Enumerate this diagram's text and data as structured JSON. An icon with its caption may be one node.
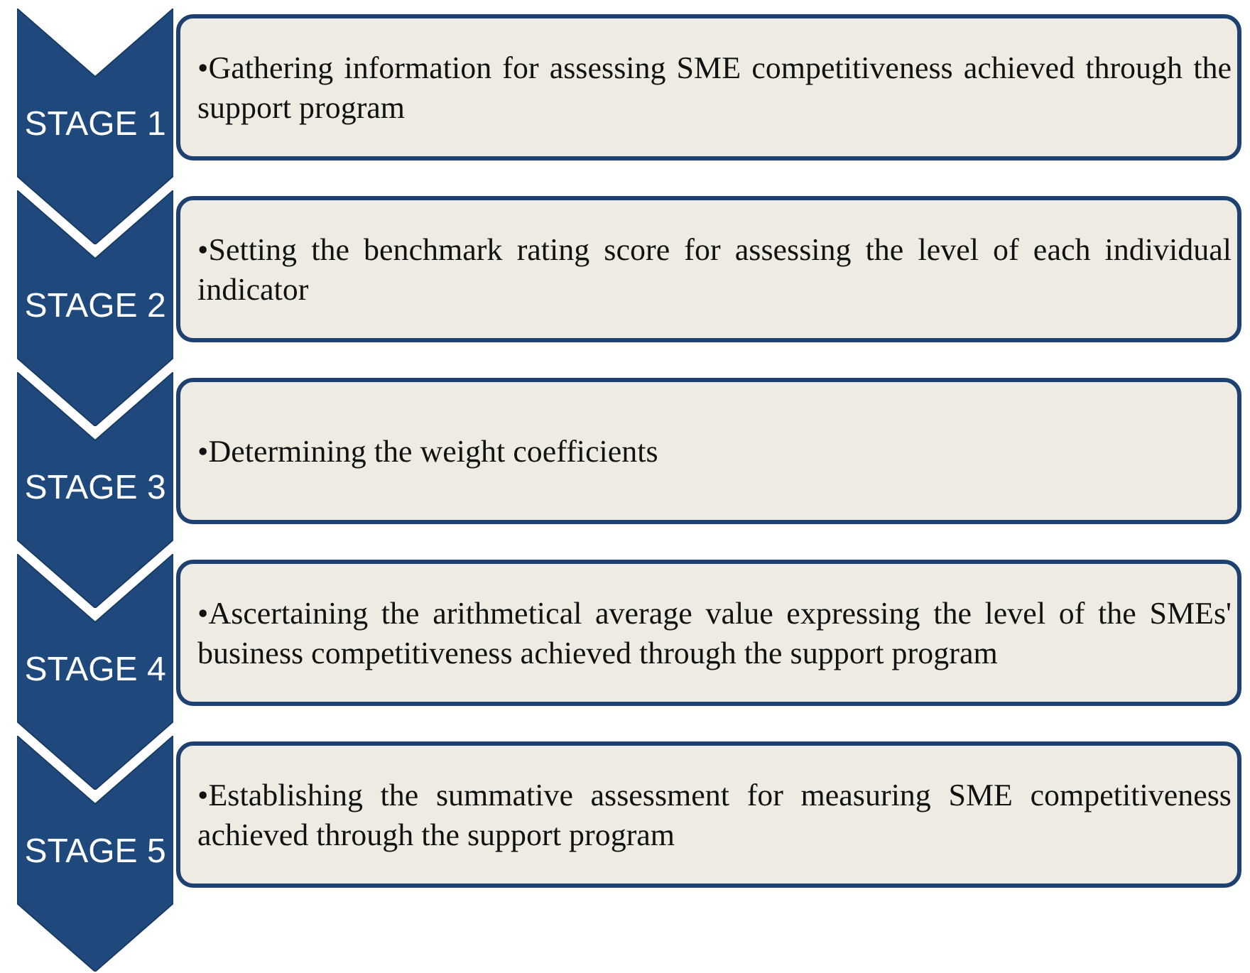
{
  "diagram": {
    "nodes": [
      {
        "text": [
          "STAGE 1"
        ]
      },
      {
        "text": [
          "•Gathering information for assessing SME competitiveness achieved through the support program"
        ]
      },
      {
        "text": [
          "STAGE 2"
        ]
      },
      {
        "text": [
          "•Setting the benchmark rating score for assessing the level of each individual indicator"
        ]
      },
      {
        "text": [
          "STAGE 3"
        ]
      },
      {
        "text": [
          "•Determining the weight coefficients"
        ]
      },
      {
        "text": [
          "STAGE 4"
        ]
      },
      {
        "text": [
          "•Ascertaining the arithmetical average value expressing the level of the SMEs' business competitiveness achieved through the support program"
        ]
      },
      {
        "text": [
          "STAGE 5"
        ]
      },
      {
        "text": [
          "•Establishing the summative assessment for measuring SME competitiveness achieved through the support program"
        ]
      }
    ]
  }
}
